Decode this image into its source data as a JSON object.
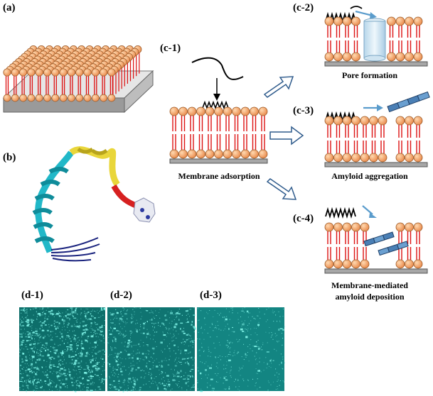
{
  "labels": {
    "a": "(a)",
    "b": "(b)",
    "c1": "(c-1)",
    "c2": "(c-2)",
    "c3": "(c-3)",
    "c4": "(c-4)",
    "d1": "(d-1)",
    "d2": "(d-2)",
    "d3": "(d-3)"
  },
  "captions": {
    "c1": "Membrane adsorption",
    "c2": "Pore formation",
    "c3": "Amyloid  aggregation",
    "c4_line1": "Membrane-mediated",
    "c4_line2": "amyloid deposition"
  },
  "colors": {
    "lipid_head": "#f2a66a",
    "lipid_head_stroke": "#9a5a28",
    "lipid_tail": "#dd1111",
    "substrate": "#a7a7a7",
    "arrow_outline": "#2f5b8c",
    "fibril": "#4a7fb5",
    "pore": "#cfe4f1",
    "micrograph_bg": "#0d6e6a",
    "micrograph_spot": "#7ff2e6"
  },
  "micrographs": [
    {
      "panel": "d-1",
      "density": 0.85
    },
    {
      "panel": "d-2",
      "density": 0.55
    },
    {
      "panel": "d-3",
      "density": 0.25
    }
  ]
}
